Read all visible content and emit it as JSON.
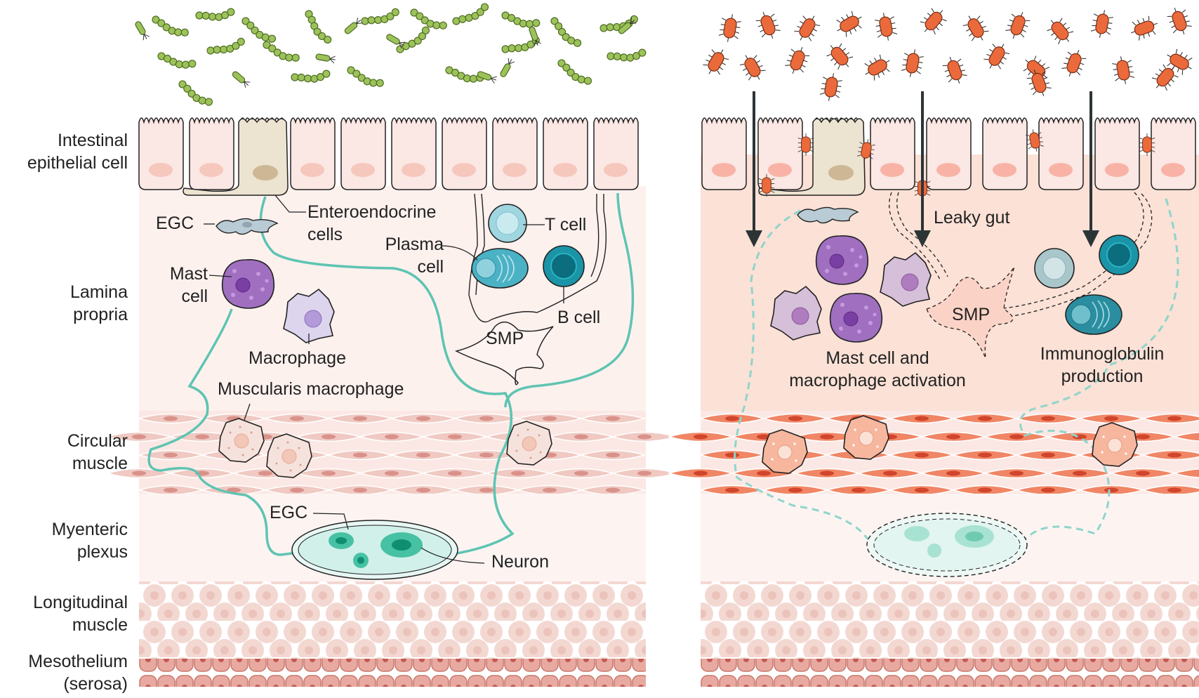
{
  "layer_labels": {
    "epithelium": [
      "Intestinal",
      "epithelial cell"
    ],
    "lamina": [
      "Lamina",
      "propria"
    ],
    "circular": [
      "Circular",
      "muscle"
    ],
    "myenteric": [
      "Myenteric",
      "plexus"
    ],
    "longitudinal": [
      "Longitudinal",
      "muscle"
    ],
    "mesothelium": [
      "Mesothelium",
      "(serosa)"
    ]
  },
  "healthy_labels": {
    "egc_top": "EGC",
    "enteroendocrine": [
      "Enteroendocrine",
      "cells"
    ],
    "t_cell": "T cell",
    "plasma_cell": [
      "Plasma",
      "cell"
    ],
    "mast_cell": [
      "Mast",
      "cell"
    ],
    "macrophage": "Macrophage",
    "b_cell": "B cell",
    "smp": "SMP",
    "muscularis_macrophage": "Muscularis macrophage",
    "egc_plexus": "EGC",
    "neuron": "Neuron"
  },
  "disease_labels": {
    "leaky_gut": "Leaky gut",
    "smp": "SMP",
    "mast_activation": [
      "Mast cell and",
      "macrophage activation"
    ],
    "immunoglobulin": [
      "Immunoglobulin",
      "production"
    ]
  },
  "colors": {
    "healthy_bacteria": "#9cc25a",
    "pathogenic_bacteria": "#ea6a3c",
    "egc_line": "#5ec4b2",
    "mast_cell": "#a06fc0",
    "macrophage": "#ddd4ee",
    "immune_teal": "#1a94a6",
    "epithelium": "#fbe7e3",
    "muscle_healthy": "#efc9c2",
    "muscle_inflamed": "#f07a58"
  }
}
